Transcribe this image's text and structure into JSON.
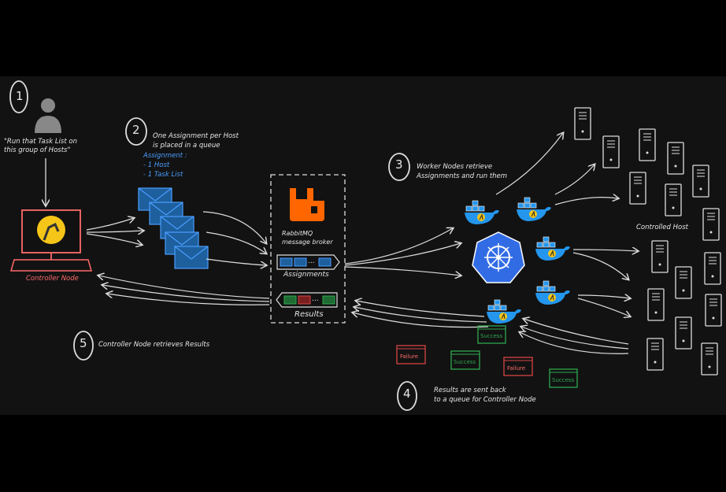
{
  "steps": {
    "s1": {
      "number": "1",
      "quote": "\"Run that Task List on\nthis group of Hosts\""
    },
    "s2": {
      "number": "2",
      "text": "One Assignment per Host\nis placed in a queue",
      "assignment_title": "Assignment :",
      "assignment_items": [
        "- 1 Host",
        "- 1 Task List"
      ]
    },
    "s3": {
      "number": "3",
      "text": "Worker Nodes retrieve\nAssignments and run them"
    },
    "s4": {
      "number": "4",
      "text": "Results are sent back\nto a queue for Controller Node"
    },
    "s5": {
      "number": "5",
      "text": "Controller Node retrieves Results"
    }
  },
  "controller": {
    "label": "Controller Node"
  },
  "broker": {
    "title": "RabbitMQ\nmessage broker",
    "queue_assignments": "Assignments",
    "queue_results": "Results",
    "queue_dots": "..."
  },
  "hosts": {
    "label": "Controlled Host"
  },
  "results": [
    {
      "label": "Success",
      "status": "success"
    },
    {
      "label": "Failure",
      "status": "failure"
    },
    {
      "label": "Success",
      "status": "success"
    },
    {
      "label": "Failure",
      "status": "failure"
    },
    {
      "label": "Success",
      "status": "success"
    }
  ],
  "colors": {
    "background": "#121212",
    "accent_blue": "#4a9eff",
    "controller_red": "#ff6b6b",
    "success_green": "#2fa84f",
    "failure_red": "#d64545",
    "docker_blue": "#2496ed",
    "k8s_blue": "#326ce5",
    "rabbitmq_orange": "#ff6600"
  },
  "icons": [
    "user-icon",
    "controller-monitor-icon",
    "envelope-icon",
    "rabbitmq-icon",
    "docker-whale-icon",
    "kubernetes-icon",
    "server-icon"
  ]
}
